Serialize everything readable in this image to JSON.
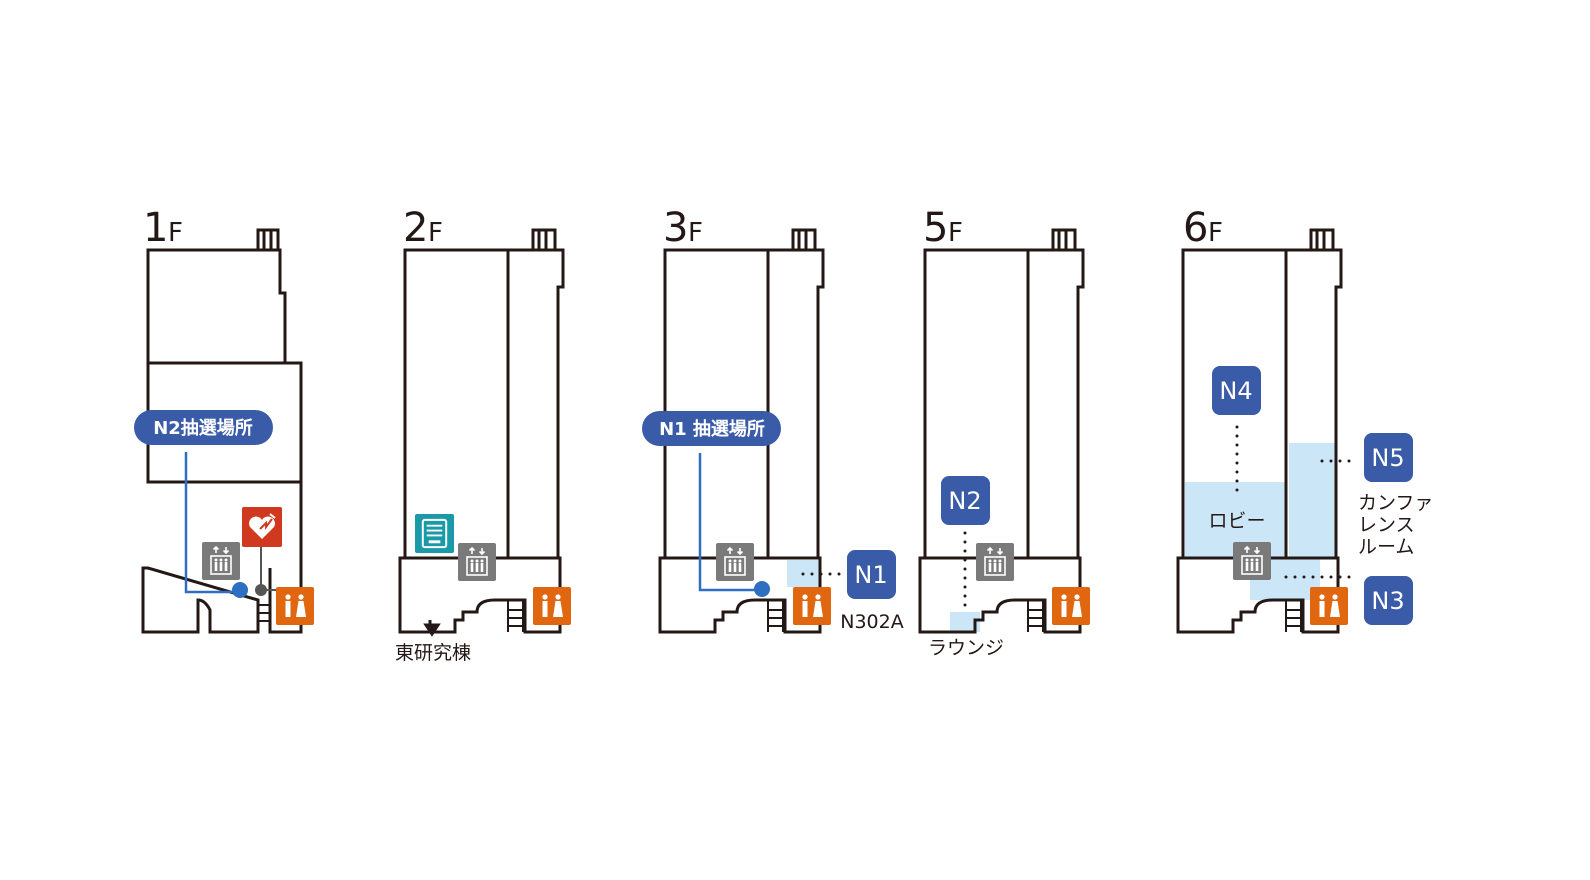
{
  "floors": [
    {
      "number": "1",
      "unit": "F"
    },
    {
      "number": "2",
      "unit": "F"
    },
    {
      "number": "3",
      "unit": "F"
    },
    {
      "number": "5",
      "unit": "F"
    },
    {
      "number": "6",
      "unit": "F"
    }
  ],
  "pills": {
    "n2_lottery": "N2抽選場所",
    "n1_lottery": "N1 抽選場所"
  },
  "badges": {
    "n1": "N1",
    "n2": "N2",
    "n3": "N3",
    "n4": "N4",
    "n5": "N5"
  },
  "labels": {
    "east_building": "東研究棟",
    "room_n302a": "N302A",
    "lounge": "ラウンジ",
    "lobby": "ロビー",
    "conference_line1": "カンファ",
    "conference_line2": "レンス",
    "conference_line3": "ルーム"
  },
  "colors": {
    "badge_blue": "#3a5ca8",
    "route_blue": "#2e6fc1",
    "highlight": "#cbe7f7",
    "toilet_orange": "#e0660f",
    "aed_red": "#d0381f",
    "elevator_gray": "#7a7a7a",
    "vending_teal": "#1a9aa8"
  }
}
